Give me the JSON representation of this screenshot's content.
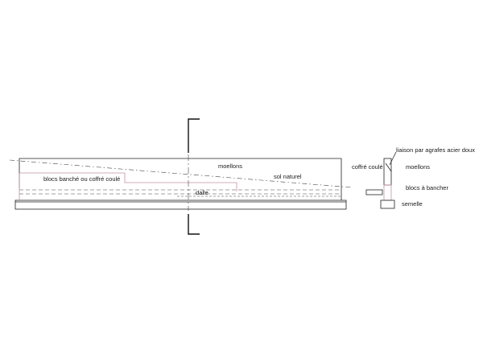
{
  "labels": {
    "moellons_main": "moellons",
    "sol_naturel": "sol naturel",
    "blocs_banche": "blocs banché ou coffré coulé",
    "dalle": "dalle",
    "coffre_coule": "coffré coulé",
    "liaison": "liaison par agrafes acier doux",
    "moellons_detail": "moellons",
    "blocs_a_bancher": "blocs à bancher",
    "semelle": "semelle"
  },
  "colors": {
    "line": "#222222",
    "accent": "#c890a8"
  }
}
